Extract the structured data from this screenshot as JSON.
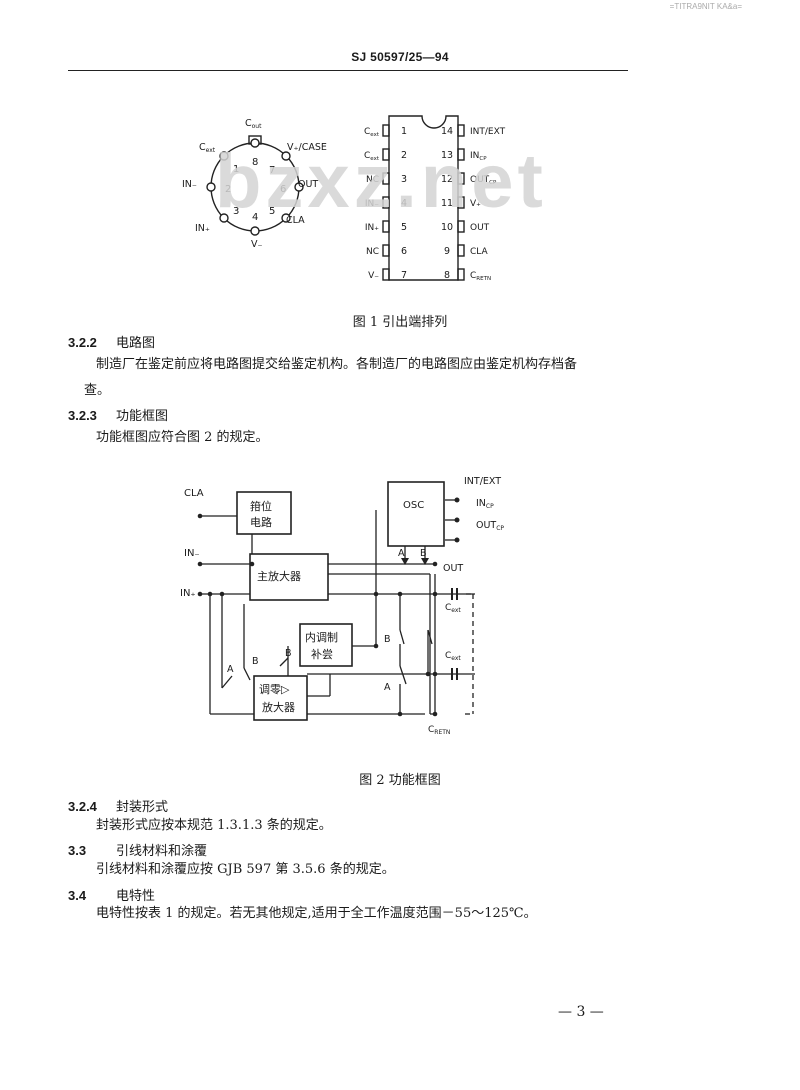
{
  "watermark_top": "=TITRA9NIT KA&a=",
  "stamp": "bzxz.net",
  "header": {
    "doc_no": "SJ 50597/25—94"
  },
  "fig1": {
    "caption": "图 1    引出端排列",
    "round": {
      "pins": [
        "1",
        "2",
        "3",
        "4",
        "5",
        "6",
        "7",
        "8"
      ],
      "labels": {
        "cout": "C",
        "cout_sub": "out",
        "cext": "C",
        "cext_sub": "ext",
        "vcase": "V₊/CASE",
        "in_minus": "IN₋",
        "out": "OUT",
        "in_plus": "IN₊",
        "cla": "CLA",
        "v_minus": "V₋"
      }
    },
    "dip": {
      "left": [
        {
          "pin": "1",
          "name": "C",
          "sub": "ext"
        },
        {
          "pin": "2",
          "name": "C",
          "sub": "ext"
        },
        {
          "pin": "3",
          "name": "NC",
          "sub": ""
        },
        {
          "pin": "4",
          "name": "IN₋",
          "sub": ""
        },
        {
          "pin": "5",
          "name": "IN₊",
          "sub": ""
        },
        {
          "pin": "6",
          "name": "NC",
          "sub": ""
        },
        {
          "pin": "7",
          "name": "V₋",
          "sub": ""
        }
      ],
      "right": [
        {
          "pin": "14",
          "name": "INT/EXT",
          "sub": ""
        },
        {
          "pin": "13",
          "name": "IN",
          "sub": "CP"
        },
        {
          "pin": "12",
          "name": "OUT",
          "sub": "CP"
        },
        {
          "pin": "11",
          "name": "V₊",
          "sub": ""
        },
        {
          "pin": "10",
          "name": "OUT",
          "sub": ""
        },
        {
          "pin": "9",
          "name": "CLA",
          "sub": ""
        },
        {
          "pin": "8",
          "name": "C",
          "sub": "RETN"
        }
      ]
    }
  },
  "s322": {
    "num": "3.2.2",
    "title": "电路图",
    "body1": "制造厂在鉴定前应将电路图提交给鉴定机构。各制造厂的电路图应由鉴定机构存档备",
    "body2": "查。"
  },
  "s323": {
    "num": "3.2.3",
    "title": "功能框图",
    "body": "功能框图应符合图 2 的规定。"
  },
  "fig2": {
    "caption": "图 2    功能框图",
    "cla": "CLA",
    "in_minus": "IN₋",
    "in_plus": "IN₊",
    "clamp_l1": "箝位",
    "clamp_l2": "电路",
    "main_amp": "主放大器",
    "mod_l1": "内调制",
    "mod_l2": "补尝",
    "null_l1": "调零▷",
    "null_l2": "放大器",
    "osc": "OSC",
    "intext": "INT/EXT",
    "incp": "IN",
    "incp_sub": "CP",
    "outcp": "OUT",
    "outcp_sub": "CP",
    "out": "OUT",
    "cext": "C",
    "cext_sub": "ext",
    "cretn": "C",
    "cretn_sub": "RETN",
    "a": "A",
    "b": "B"
  },
  "s324": {
    "num": "3.2.4",
    "title": "封装形式",
    "body": "封装形式应按本规范 1.3.1.3 条的规定。"
  },
  "s33": {
    "num": "3.3",
    "title": "引线材料和涂覆",
    "body": "引线材料和涂覆应按 GJB 597 第 3.5.6 条的规定。"
  },
  "s34": {
    "num": "3.4",
    "title": "电特性",
    "body": "电特性按表 1 的规定。若无其他规定,适用于全工作温度范围－55～125℃。"
  },
  "page_number": "— 3 —"
}
